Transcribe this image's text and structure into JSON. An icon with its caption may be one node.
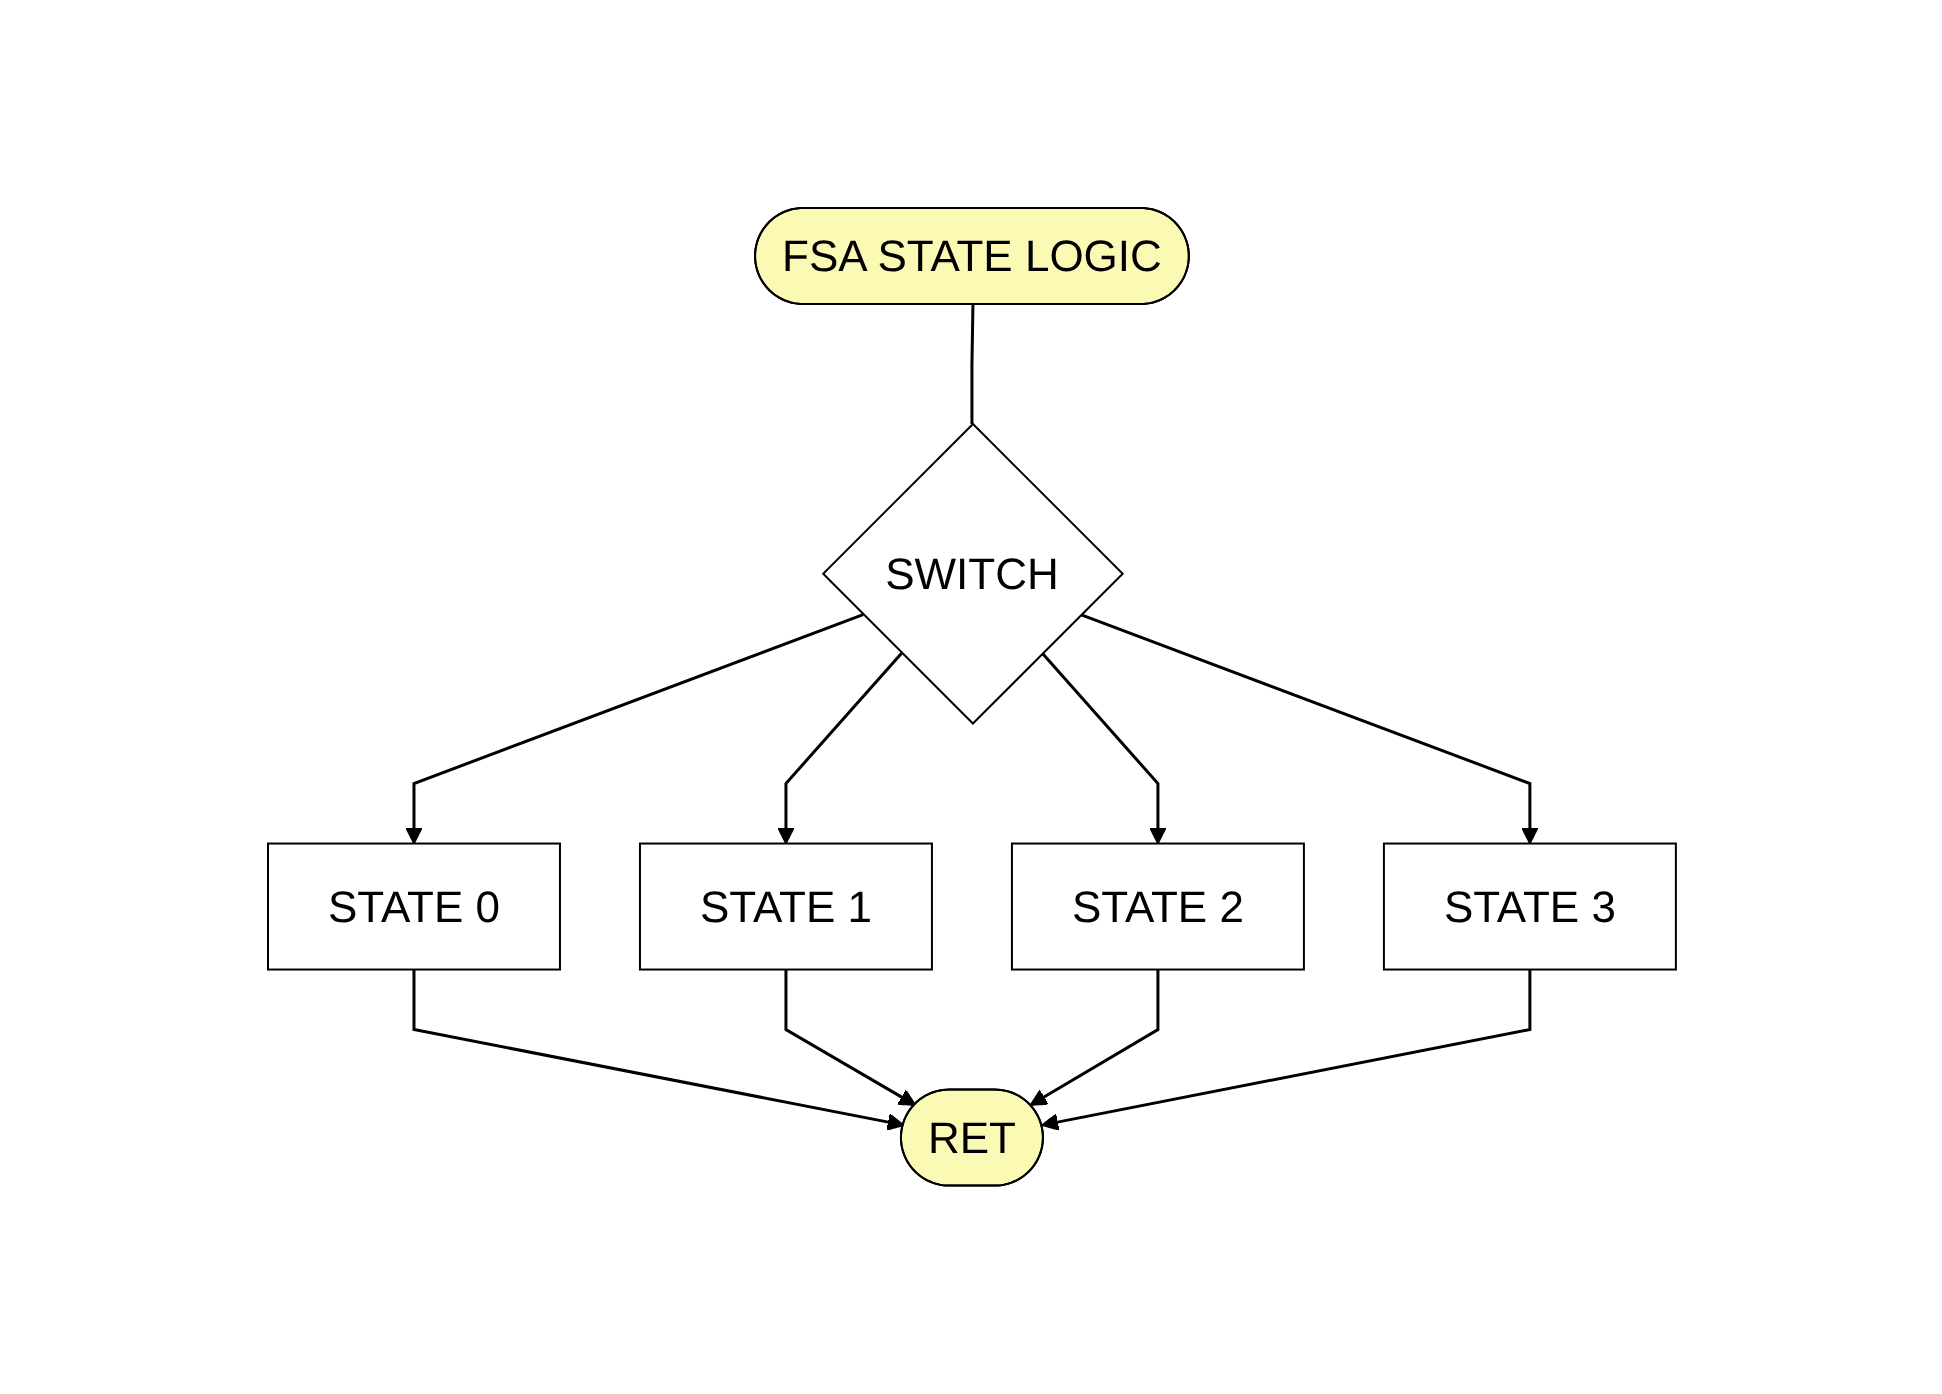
{
  "diagram": {
    "nodes": [
      {
        "text": [
          "FSA STATE LOGIC"
        ]
      },
      {
        "text": [
          "SWITCH"
        ]
      },
      {
        "text": [
          "STATE 0"
        ]
      },
      {
        "text": [
          "STATE 1"
        ]
      },
      {
        "text": [
          "STATE 2"
        ]
      },
      {
        "text": [
          "STATE 3"
        ]
      },
      {
        "text": [
          "RET"
        ]
      }
    ],
    "edges": [
      {
        "from": 0,
        "to": 1,
        "arrow": "none"
      },
      {
        "from": 1,
        "to": 2,
        "arrow": "to"
      },
      {
        "from": 1,
        "to": 3,
        "arrow": "to"
      },
      {
        "from": 1,
        "to": 4,
        "arrow": "to"
      },
      {
        "from": 1,
        "to": 5,
        "arrow": "to"
      },
      {
        "from": 2,
        "to": 6,
        "arrow": "to"
      },
      {
        "from": 3,
        "to": 6,
        "arrow": "to"
      },
      {
        "from": 4,
        "to": 6,
        "arrow": "to"
      },
      {
        "from": 5,
        "to": 6,
        "arrow": "to"
      }
    ]
  }
}
